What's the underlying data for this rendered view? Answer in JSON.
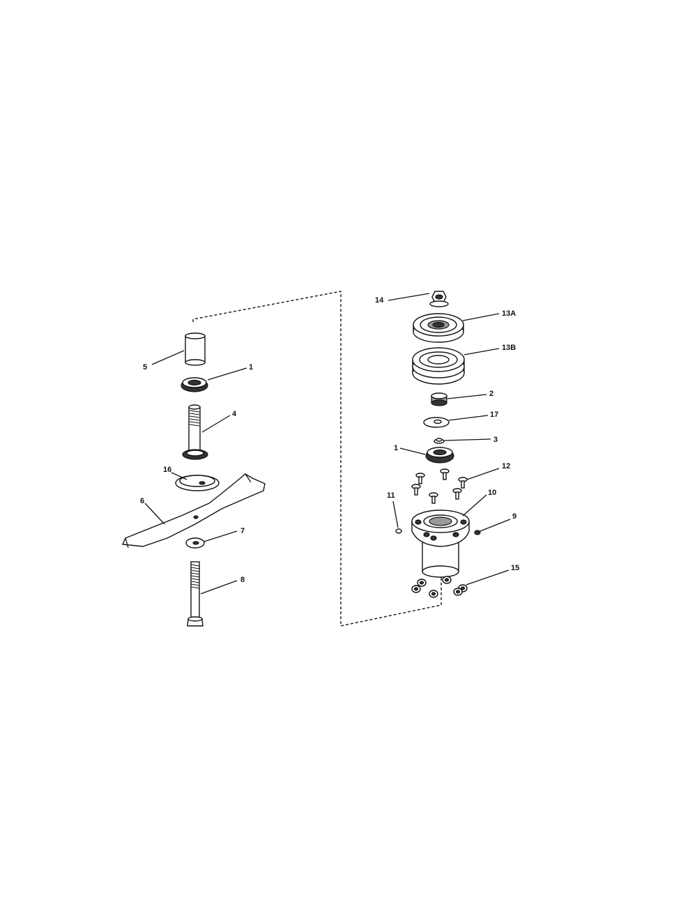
{
  "labels": {
    "left_5": "5",
    "left_1": "1",
    "left_4": "4",
    "left_16": "16",
    "left_6": "6",
    "left_7": "7",
    "left_8": "8",
    "right_14": "14",
    "right_13a": "13A",
    "right_13b": "13B",
    "right_2": "2",
    "right_17": "17",
    "right_3": "3",
    "right_1": "1",
    "right_12": "12",
    "right_11": "11",
    "right_10": "10",
    "right_9": "9",
    "right_15": "15"
  }
}
